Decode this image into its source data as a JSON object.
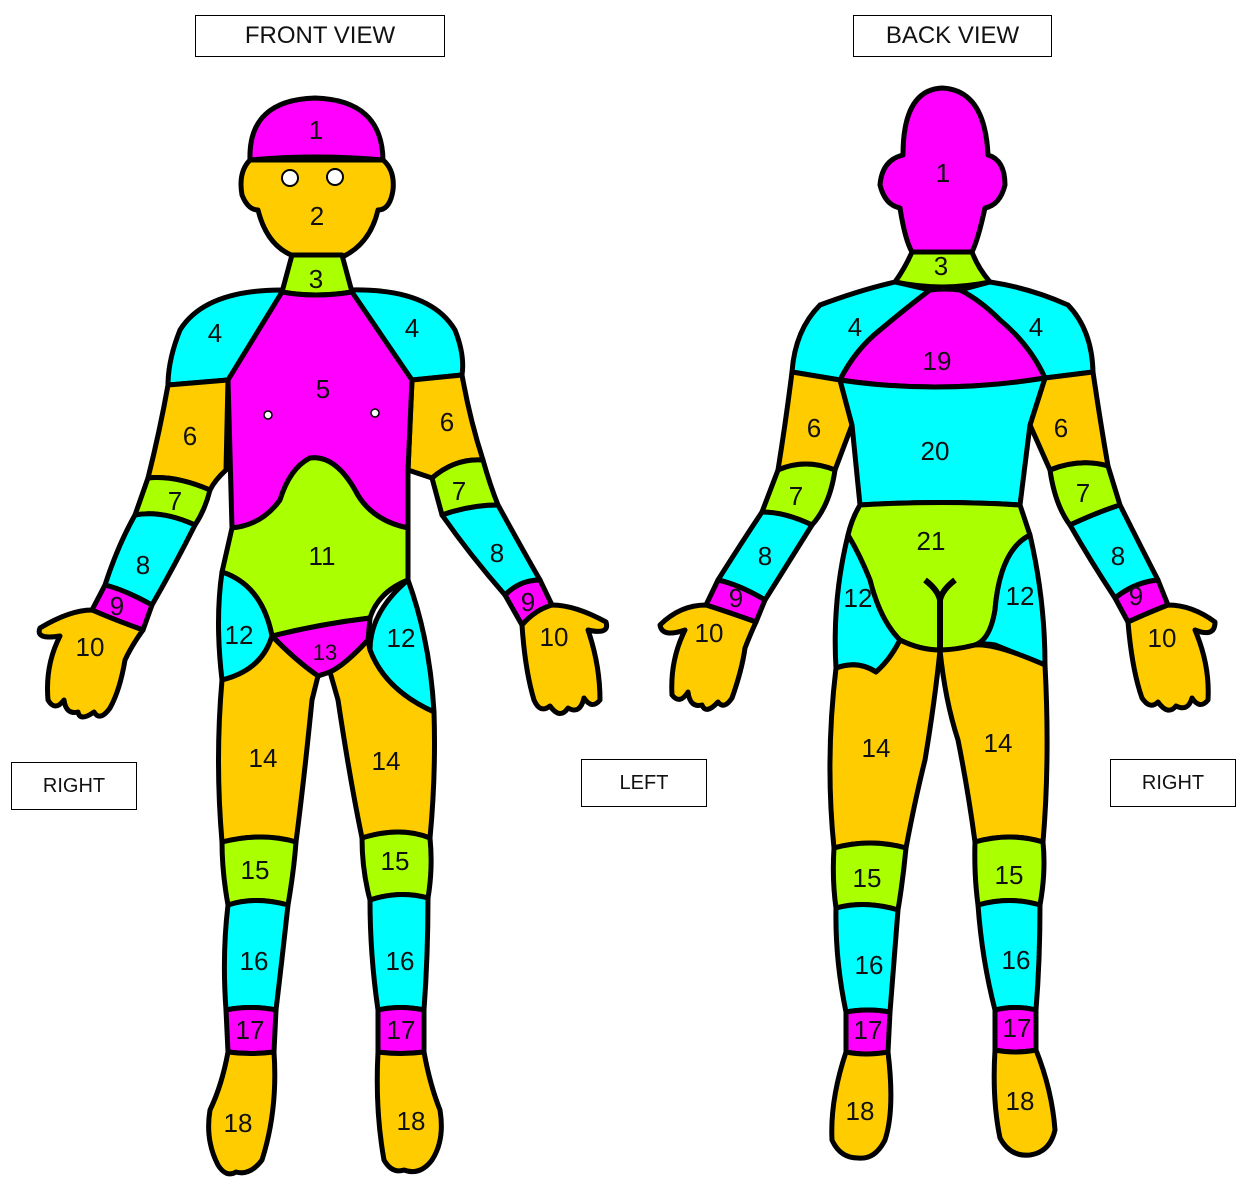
{
  "titles": {
    "front": "FRONT VIEW",
    "back": "BACK VIEW"
  },
  "sides": {
    "front_left_label": "RIGHT",
    "front_right_label": "LEFT",
    "back_right_label": "RIGHT"
  },
  "colors": {
    "magenta": "#ff00ff",
    "orange": "#ffcc00",
    "cyan": "#00ffff",
    "lime": "#aaff00",
    "outline": "#000000"
  },
  "front": {
    "head_top": "1",
    "face": "2",
    "neck": "3",
    "shoulder_r": "4",
    "shoulder_l": "4",
    "chest": "5",
    "upper_arm_r": "6",
    "upper_arm_l": "6",
    "elbow_r": "7",
    "elbow_l": "7",
    "forearm_r": "8",
    "forearm_l": "8",
    "wrist_r": "9",
    "wrist_l": "9",
    "hand_r": "10",
    "hand_l": "10",
    "abdomen": "11",
    "hip_r": "12",
    "hip_l": "12",
    "groin": "13",
    "thigh_r": "14",
    "thigh_l": "14",
    "knee_r": "15",
    "knee_l": "15",
    "shin_r": "16",
    "shin_l": "16",
    "ankle_r": "17",
    "ankle_l": "17",
    "foot_r": "18",
    "foot_l": "18"
  },
  "back": {
    "head": "1",
    "neck": "3",
    "shoulder_l": "4",
    "shoulder_r": "4",
    "upper_back": "19",
    "upper_arm_l": "6",
    "upper_arm_r": "6",
    "mid_back": "20",
    "elbow_l": "7",
    "elbow_r": "7",
    "buttocks": "21",
    "forearm_l": "8",
    "forearm_r": "8",
    "wrist_l": "9",
    "wrist_r": "9",
    "hand_l": "10",
    "hand_r": "10",
    "hip_l": "12",
    "hip_r": "12",
    "thigh_l": "14",
    "thigh_r": "14",
    "knee_l": "15",
    "knee_r": "15",
    "calf_l": "16",
    "calf_r": "16",
    "ankle_l": "17",
    "ankle_r": "17",
    "heel_l": "18",
    "heel_r": "18"
  }
}
